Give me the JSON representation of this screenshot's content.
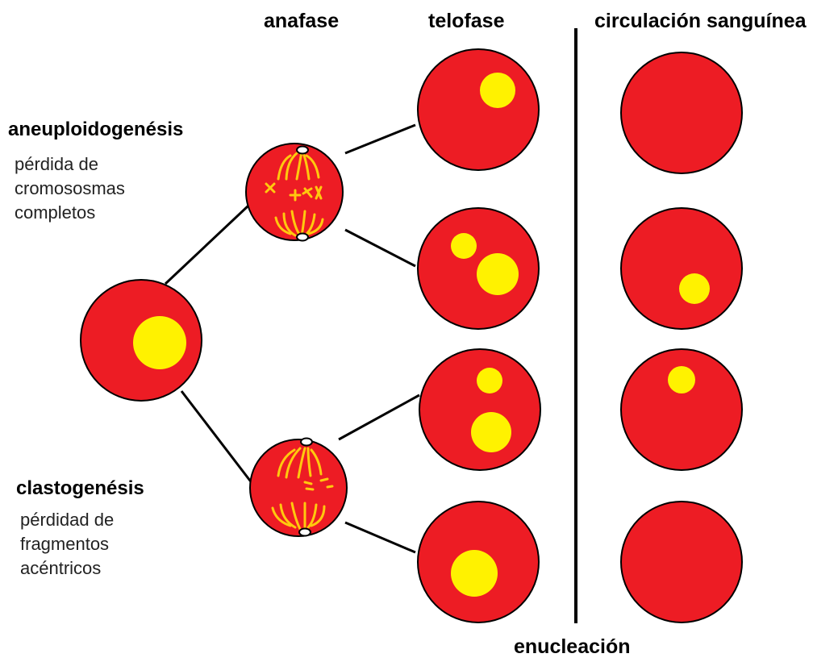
{
  "headers": {
    "anaphase": "anafase",
    "telophase": "telofase",
    "circulation": "circulación sanguínea",
    "enucleation": "enucleación"
  },
  "aneuploidogenesis": {
    "title": "aneuploidogenésis",
    "lines": [
      "pérdida de",
      "cromososmas",
      "completos"
    ]
  },
  "clastogenesis": {
    "title": "clastogenésis",
    "lines": [
      "pérdidad de",
      "fragmentos",
      "acéntricos"
    ]
  },
  "colors": {
    "cell": "#ed1c24",
    "nucleus": "#fff200",
    "chromosome": "#ffc90e",
    "outline": "#000000"
  }
}
